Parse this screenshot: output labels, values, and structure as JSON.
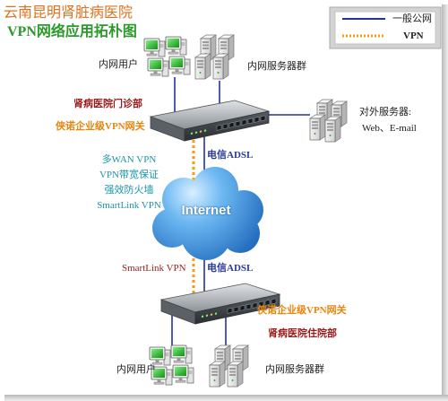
{
  "title": {
    "line1": "云南昆明肾脏病医院",
    "line2": "VPN网络应用拓朴图"
  },
  "legend": {
    "public_network": "一般公网",
    "vpn": "VPN"
  },
  "colors": {
    "title_line1": "#e2701c",
    "title_line2": "#2b9a2b",
    "public_network_line": "#2233a0",
    "vpn_line": "#f39c12",
    "site_name": "#9b1b1b",
    "gateway": "#e8850c",
    "isp": "#2a3a9a",
    "features": "#1b95a8",
    "cloud": "#1f74c8"
  },
  "icons": {
    "users": "desktop-pc-icon",
    "servers": "server-tower-icon",
    "gateway": "vpn-router-icon",
    "internet": "cloud-icon"
  },
  "top_site": {
    "name": "肾病医院门诊部",
    "gateway": "侠诺企业级VPN网关",
    "users": "内网用户",
    "servers": "内网服务器群",
    "isp": "电信ADSL"
  },
  "external_servers": {
    "label": "对外服务器:",
    "services": "Web、E-mail"
  },
  "features": [
    "多WAN VPN",
    "VPN带宽保证",
    "强效防火墙",
    "SmartLink VPN"
  ],
  "internet": {
    "label": "Internet"
  },
  "bottom_site": {
    "vpn_link": "SmartLink VPN",
    "isp": "电信ADSL",
    "gateway": "侠诺企业级VPN网关",
    "name": "肾病医院住院部",
    "users": "内网用户",
    "servers": "内网服务器群"
  }
}
